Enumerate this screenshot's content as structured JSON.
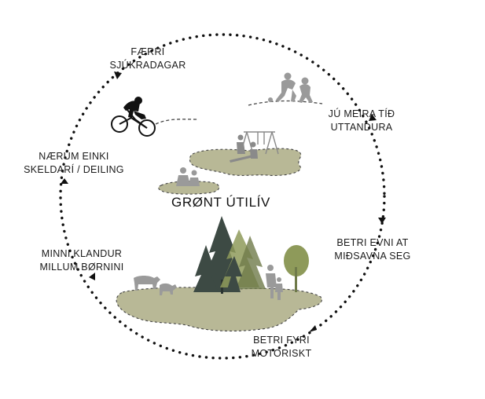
{
  "center_title": "GRØNT ÚTILÍV",
  "cycle_labels": [
    {
      "id": "faerri-sjukradagar",
      "lines": [
        "FÆRRI",
        "SJÚKRADAGAR"
      ]
    },
    {
      "id": "ju-meira-tid-uttandura",
      "lines": [
        "JÚ MEIRA TÍÐ",
        "UTTANDURA"
      ]
    },
    {
      "id": "betri-evni-at-midsavna-seg",
      "lines": [
        "BETRI EVNI AT",
        "MIÐSAVNA SEG"
      ]
    },
    {
      "id": "betri-fyri-motoriskt",
      "lines": [
        "BETRI FYRI",
        "MOTORISKT"
      ]
    },
    {
      "id": "minni-klandur-millum-bornini",
      "lines": [
        "MINNI KLANDUR",
        "MILLUM BØRNINI"
      ]
    },
    {
      "id": "naerum-einki-skeldari-deiling",
      "lines": [
        "NÆRUM EINKI",
        "SKELDARÍ / DEILING"
      ]
    }
  ],
  "colors": {
    "cycle_dots": "#111111",
    "ground_olive": "#b8b896",
    "tree_dark": "#3d4a44",
    "tree_olive": "#8e9a5a",
    "figure_gray": "#9a9a9a",
    "cyclist": "#111111"
  }
}
